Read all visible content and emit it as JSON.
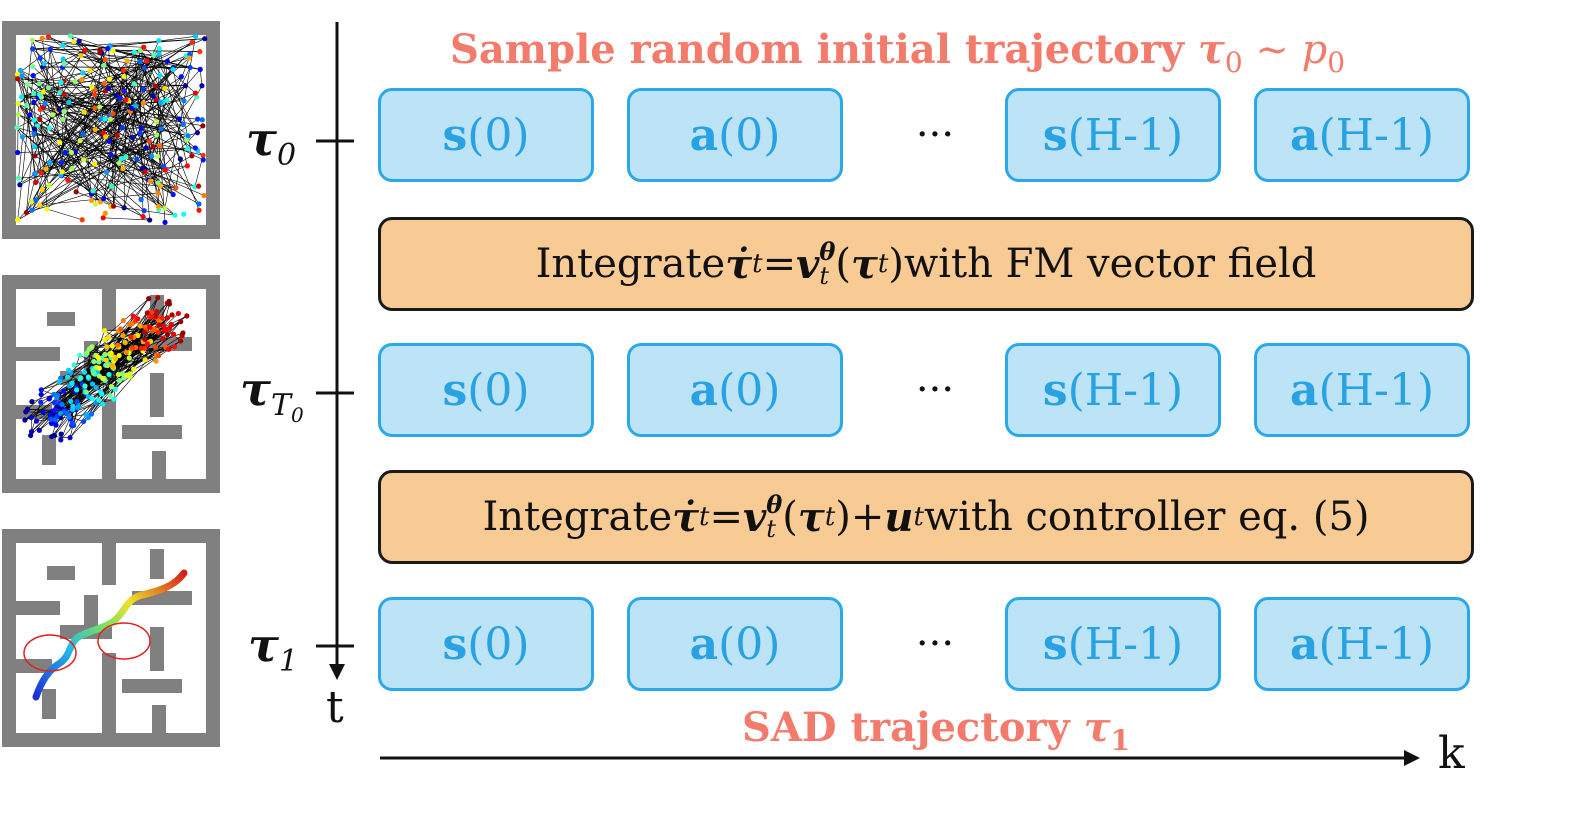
{
  "header": {
    "prefix": "Sample random initial trajectory ",
    "tau0": "τ",
    "tau0_sub": "0",
    "sim": " ∼ ",
    "p": "p",
    "p_sub": "0"
  },
  "footer": {
    "prefix": "SAD trajectory ",
    "tau": "τ",
    "tau_sub": "1"
  },
  "axis_labels": {
    "t": "t",
    "k": "k",
    "tau_0": "τ",
    "tau_0_sub": "0",
    "tau_T0": "τ",
    "tau_T0_sub": "T",
    "tau_T0_subsub": "0",
    "tau_1": "τ",
    "tau_1_sub": "1"
  },
  "cells": {
    "s0_bold": "s",
    "s0_rest": "(0)",
    "a0_bold": "a",
    "a0_rest": "(0)",
    "sH_bold": "s",
    "sH_rest": "(H-1)",
    "aH_bold": "a",
    "aH_rest": "(H-1)",
    "ellipsis": "···"
  },
  "bar1": {
    "prefix": "Integrate ",
    "tau_dot": "τ̇",
    "t1": "t",
    "eq": " = ",
    "v": "v",
    "theta": "θ",
    "t2": "t",
    "open": "(",
    "tau": "τ",
    "t3": "t",
    "close": ")",
    "suffix": " with FM vector field"
  },
  "bar2": {
    "prefix": "Integrate ",
    "tau_dot": "τ̇",
    "t1": "t",
    "eq": " = ",
    "v": "v",
    "theta": "θ",
    "t2": "t",
    "open": "(",
    "tau": "τ",
    "t3": "t",
    "close": ")",
    "plus": " + ",
    "u": "u",
    "t4": "t",
    "suffix": " with controller eq. (5)"
  },
  "colors": {
    "cell_fill": "#bde3f6",
    "cell_border": "#2aa8ea",
    "cell_text": "#28a2e3",
    "bar_fill": "#f8cb94",
    "annotation": "#f27b6c",
    "maze_wall": "#808080"
  }
}
